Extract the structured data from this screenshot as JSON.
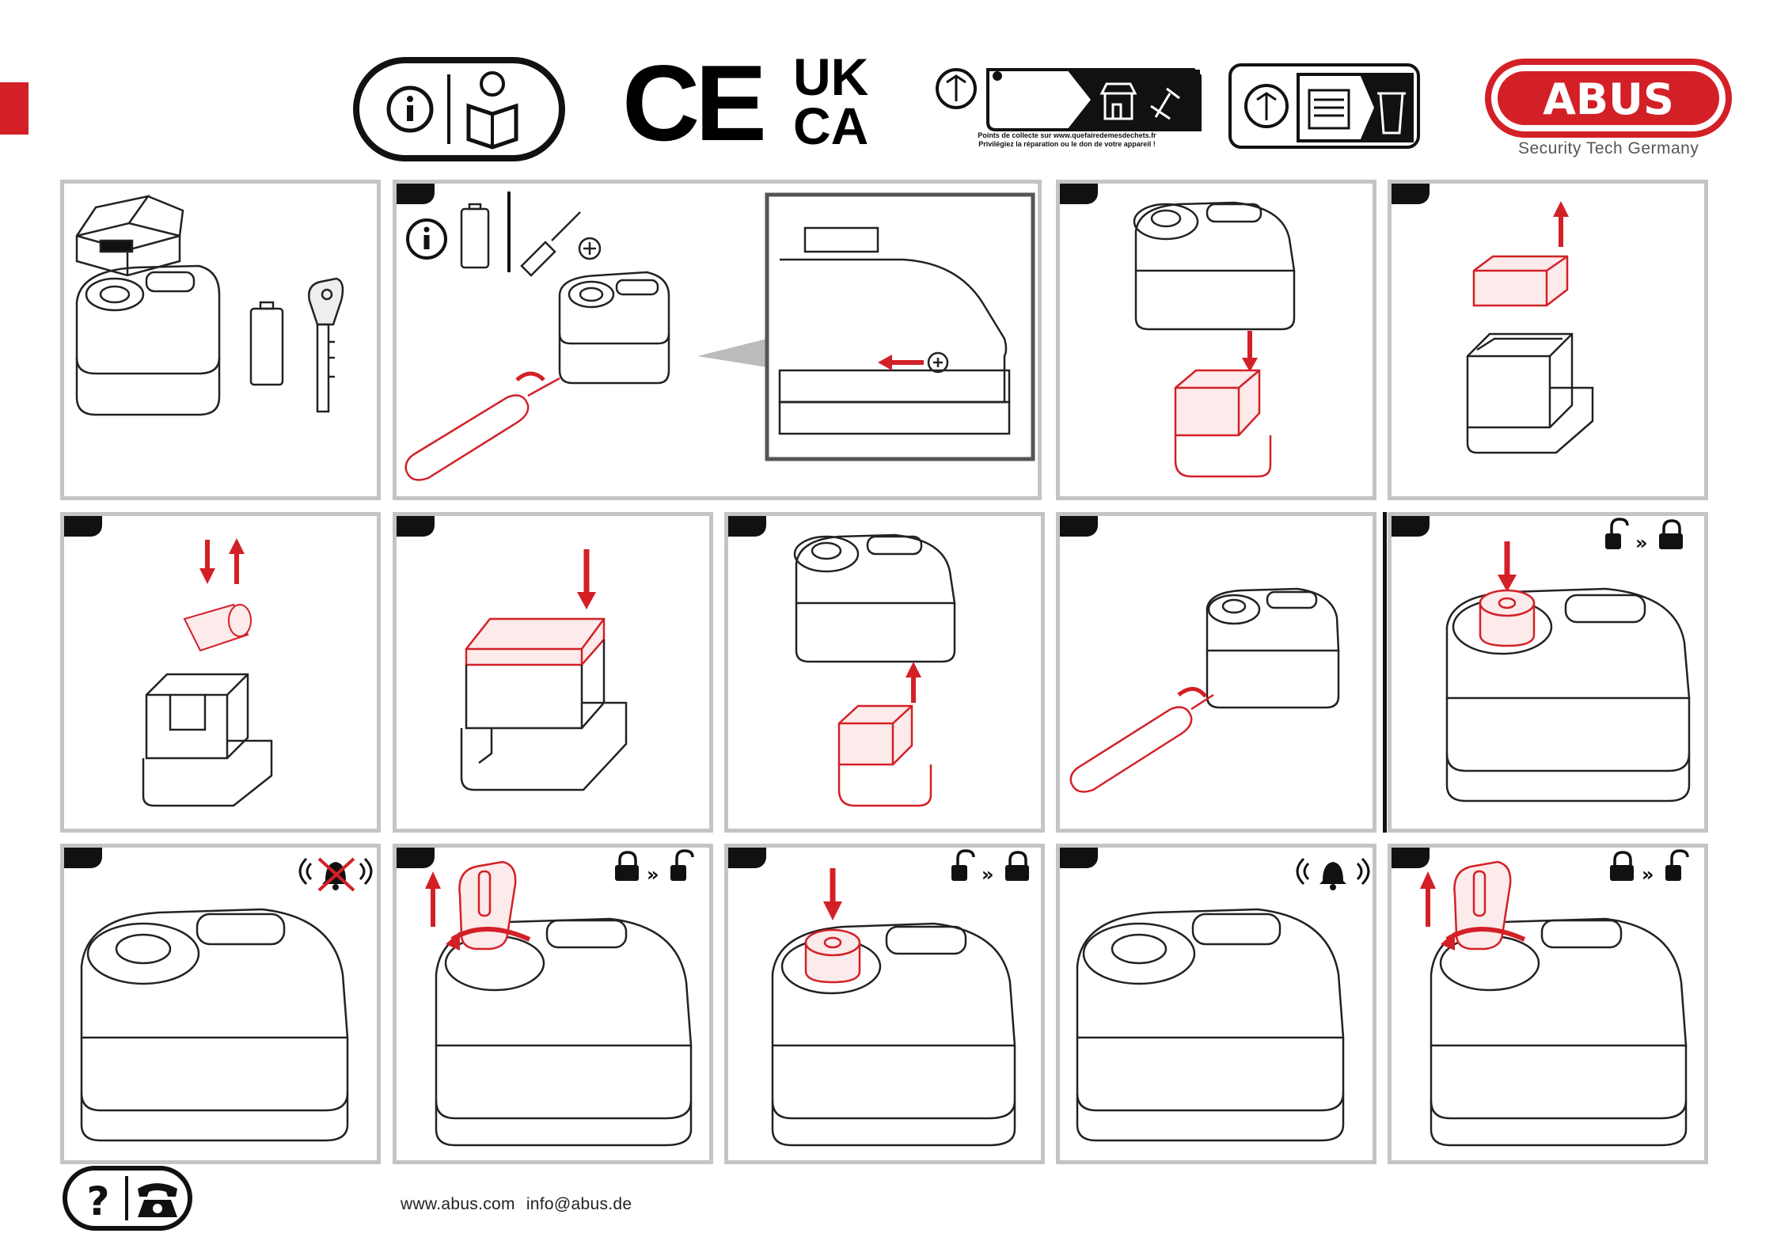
{
  "header": {
    "brand": {
      "logo_text": "ABUS",
      "tagline": "Security Tech Germany",
      "color": "#d32027"
    },
    "marks": {
      "ce": "CE",
      "ukca_line1": "UK",
      "ukca_line2": "CA"
    },
    "recycling_text_line1": "Points de collecte sur www.quefairedemesdechets.fr",
    "recycling_text_line2": "Privilégiez la réparation ou le don de votre appareil !",
    "icons": [
      "info-icon",
      "read-manual-icon",
      "ce-mark",
      "ukca-mark",
      "triman-collection-icon",
      "triman-paper-icon"
    ]
  },
  "steps": [
    {
      "id": 1,
      "number": "",
      "status_icon": "none",
      "content": "package-contents"
    },
    {
      "id": 2,
      "number": "",
      "status_icon": "none",
      "content": "unscrew-battery-cover"
    },
    {
      "id": 3,
      "number": "",
      "status_icon": "none",
      "content": "remove-cover"
    },
    {
      "id": 4,
      "number": "",
      "status_icon": "none",
      "content": "lift-lid"
    },
    {
      "id": 5,
      "number": "",
      "status_icon": "none",
      "content": "insert-battery"
    },
    {
      "id": 6,
      "number": "",
      "status_icon": "none",
      "content": "close-lid"
    },
    {
      "id": 7,
      "number": "",
      "status_icon": "none",
      "content": "reattach-cover"
    },
    {
      "id": 8,
      "number": "",
      "status_icon": "none",
      "content": "tighten-screw"
    },
    {
      "id": 9,
      "number": "",
      "status_icon": "open-to-locked",
      "content": "press-cylinder"
    },
    {
      "id": 10,
      "number": "",
      "status_icon": "alarm-off",
      "content": "alarm-disarmed"
    },
    {
      "id": 11,
      "number": "",
      "status_icon": "locked-to-open",
      "content": "turn-key-unlock"
    },
    {
      "id": 12,
      "number": "",
      "status_icon": "open-to-locked",
      "content": "press-cylinder"
    },
    {
      "id": 13,
      "number": "",
      "status_icon": "alarm-on",
      "content": "alarm-armed"
    },
    {
      "id": 14,
      "number": "",
      "status_icon": "locked-to-open",
      "content": "turn-key-unlock"
    }
  ],
  "footer": {
    "website": "www.abus.com",
    "email": "info@abus.de",
    "icons": [
      "question-icon",
      "phone-icon"
    ]
  },
  "colors": {
    "accent_red": "#d32027",
    "line": "#1a1a1a",
    "panel_border": "#c4c4c4"
  }
}
